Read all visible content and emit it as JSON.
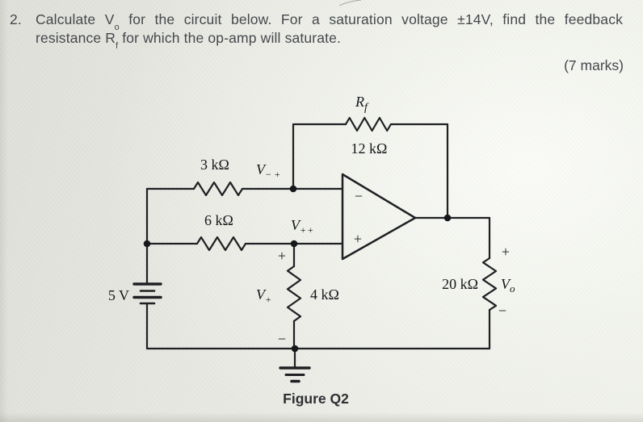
{
  "colors": {
    "ink": "#1f2023",
    "question_text": "#45484d",
    "paper": "#e9ebe4"
  },
  "question": {
    "number": "2.",
    "l1_pre": "Calculate V",
    "l1_sub": "o",
    "l1_post": " for the circuit below. For a saturation voltage ±14V, find the feedback",
    "l2_pre": "resistance R",
    "l2_sub": "f",
    "l2_post": " for which the op-amp will saturate.",
    "marks": "(7 marks)"
  },
  "circuit": {
    "rf_label": {
      "base": "R",
      "sub": "f"
    },
    "rf_value": "12 kΩ",
    "r1_value": "3 kΩ",
    "r2_value": "6 kΩ",
    "r4k_value": "4 kΩ",
    "rload_value": "20 kΩ",
    "source_value": "5 V",
    "vminus_label": {
      "base": "V",
      "sub": "− +"
    },
    "vplus_label": {
      "base": "V",
      "sub": "++"
    },
    "v4k_label": {
      "base": "V",
      "sub": "+"
    },
    "vo_label": {
      "base": "V",
      "sub": "o"
    },
    "opamp": {
      "minus": "−",
      "plus": "+"
    },
    "polarity": {
      "r4k_plus": "+",
      "r4k_minus": "−",
      "out_plus": "+",
      "out_minus": "−"
    },
    "caption": "Figure Q2"
  }
}
